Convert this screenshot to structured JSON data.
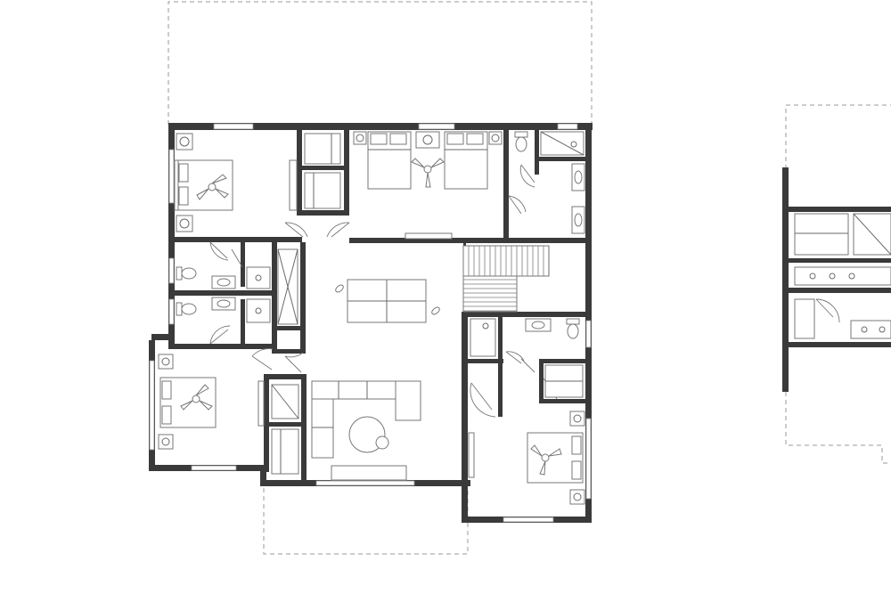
{
  "plan": {
    "view": "second-floor-plan",
    "colors": {
      "wall": "#3a3a3a",
      "line": "#777777",
      "dashed_outline": "#9a9a9a",
      "background": "#ffffff"
    },
    "rooms": [
      {
        "id": "bedroom-nw",
        "icons": [
          "bed-icon",
          "ceiling-fan-icon",
          "nightstand-lamp-icon"
        ]
      },
      {
        "id": "primary-bedroom",
        "icons": [
          "bed-icon",
          "bed-icon",
          "ceiling-fan-icon",
          "nightstand-lamp-icon"
        ]
      },
      {
        "id": "primary-bath",
        "icons": [
          "toilet-icon",
          "sink-icon",
          "shower-icon"
        ]
      },
      {
        "id": "jack-and-jill-bath",
        "icons": [
          "toilet-icon",
          "sink-icon"
        ]
      },
      {
        "id": "loft",
        "icons": [
          "table-icon",
          "plant-icon"
        ]
      },
      {
        "id": "family-room",
        "icons": [
          "sectional-sofa-icon",
          "round-table-icon",
          "tv-console-icon"
        ]
      },
      {
        "id": "bedroom-sw",
        "icons": [
          "bed-icon",
          "ceiling-fan-icon"
        ]
      },
      {
        "id": "bedroom-se",
        "icons": [
          "bed-icon",
          "ceiling-fan-icon"
        ]
      },
      {
        "id": "hall-bath-se",
        "icons": [
          "toilet-icon",
          "sink-icon"
        ]
      },
      {
        "id": "stair",
        "icons": [
          "stair-icon"
        ]
      }
    ]
  }
}
